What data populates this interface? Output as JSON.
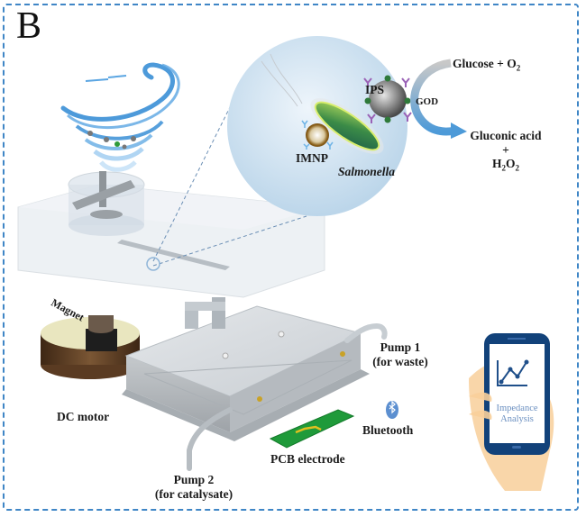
{
  "figure": {
    "panel_letter": "B",
    "frame_color": "#3f86c6"
  },
  "inset": {
    "labels": {
      "ips": "IPS",
      "imnp": "IMNP",
      "salmonella": "Salmonella",
      "god": "GOD",
      "reactant": "Glucose + O",
      "reactant_sub": "2",
      "product_1": "Gluconic acid",
      "plus": "+",
      "product_2_a": "H",
      "product_2_sub1": "2",
      "product_2_b": "O",
      "product_2_sub2": "2"
    }
  },
  "device": {
    "labels": {
      "magnet": "Magnet",
      "dc_motor": "DC motor",
      "pump1_line1": "Pump 1",
      "pump1_line2": "(for waste)",
      "pump2_line1": "Pump 2",
      "pump2_line2": "(for catalysate)",
      "pcb": "PCB electrode",
      "bluetooth": "Bluetooth"
    }
  },
  "phone": {
    "screen_line1": "Impedance",
    "screen_line2": "Analysis"
  },
  "colors": {
    "water": "#3a8fd6",
    "bacteria": "#3f9a3a",
    "pcb": "#1f9a3a",
    "phone_frame": "#12427a",
    "hand": "#f8cf9a",
    "motor": "#5a3b22",
    "inset_bg": "#cfe2f0"
  }
}
